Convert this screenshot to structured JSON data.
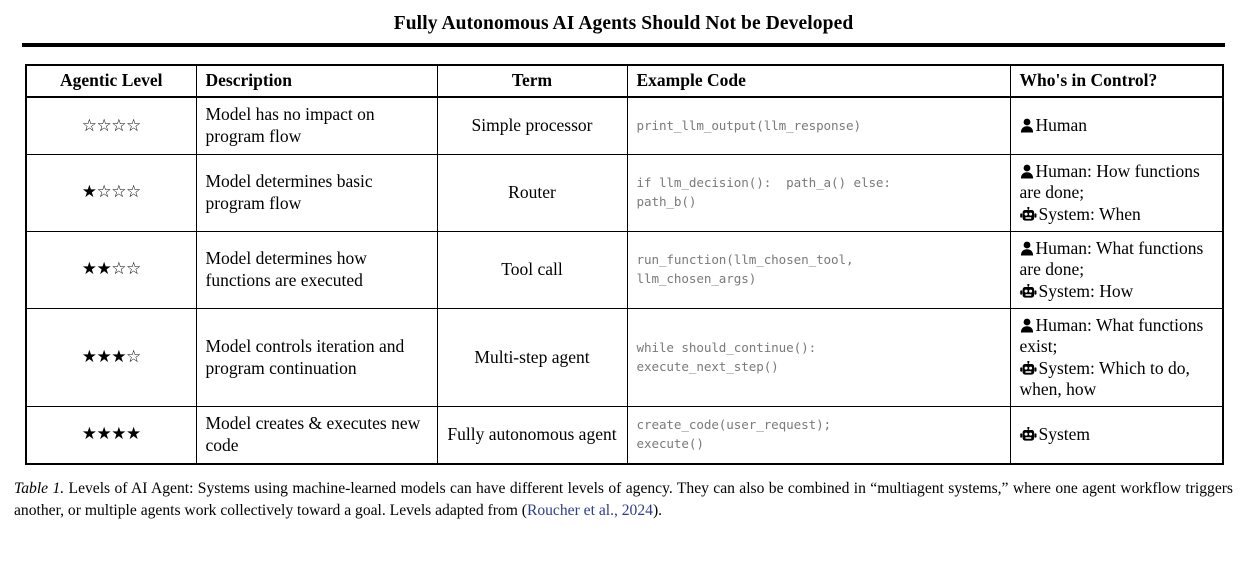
{
  "page": {
    "title": "Fully Autonomous AI Agents Should Not be Developed"
  },
  "table": {
    "headers": {
      "level": "Agentic Level",
      "description": "Description",
      "term": "Term",
      "code": "Example Code",
      "control": "Who's in Control?"
    },
    "rows": [
      {
        "stars_filled": 0,
        "stars_total": 4,
        "stars_text": "☆☆☆☆",
        "description": "Model has no impact on program flow",
        "term": "Simple processor",
        "code": "print_llm_output(llm_response)",
        "control": [
          {
            "icon": "person-icon",
            "actor": "Human",
            "text": "Human"
          }
        ]
      },
      {
        "stars_filled": 1,
        "stars_total": 4,
        "stars_text": "★☆☆☆",
        "description": "Model determines basic program flow",
        "term": "Router",
        "code": "if llm_decision():  path_a() else:\npath_b()",
        "control": [
          {
            "icon": "person-icon",
            "actor": "Human",
            "text": "Human: How functions are done;"
          },
          {
            "icon": "robot-icon",
            "actor": "System",
            "text": "System: When"
          }
        ]
      },
      {
        "stars_filled": 2,
        "stars_total": 4,
        "stars_text": "★★☆☆",
        "description": "Model determines how functions are executed",
        "term": "Tool call",
        "code": "run_function(llm_chosen_tool,\nllm_chosen_args)",
        "control": [
          {
            "icon": "person-icon",
            "actor": "Human",
            "text": "Human: What functions are done;"
          },
          {
            "icon": "robot-icon",
            "actor": "System",
            "text": "System: How"
          }
        ]
      },
      {
        "stars_filled": 3,
        "stars_total": 4,
        "stars_text": "★★★☆",
        "description": "Model controls iteration and program continuation",
        "term": "Multi-step agent",
        "code": "while should_continue():\nexecute_next_step()",
        "control": [
          {
            "icon": "person-icon",
            "actor": "Human",
            "text": "Human: What functions exist;"
          },
          {
            "icon": "robot-icon",
            "actor": "System",
            "text": "System: Which to do, when, how"
          }
        ]
      },
      {
        "stars_filled": 4,
        "stars_total": 4,
        "stars_text": "★★★★",
        "description": "Model creates & executes new code",
        "term": "Fully autonomous agent",
        "code": "create_code(user_request);\nexecute()",
        "control": [
          {
            "icon": "robot-icon",
            "actor": "System",
            "text": "System"
          }
        ]
      }
    ]
  },
  "caption": {
    "label": "Table 1.",
    "body_before_cite": " Levels of AI Agent: Systems using machine-learned models can have different levels of agency. They can also be combined in “multiagent systems,” where one agent workflow triggers another, or multiple agents work collectively toward a goal. Levels adapted from (",
    "cite": "Roucher et al., 2024",
    "body_after_cite": ")."
  },
  "colors": {
    "ink": "#000000",
    "code_gray": "#7a7a7a",
    "citation_blue": "#2c3c8c"
  }
}
